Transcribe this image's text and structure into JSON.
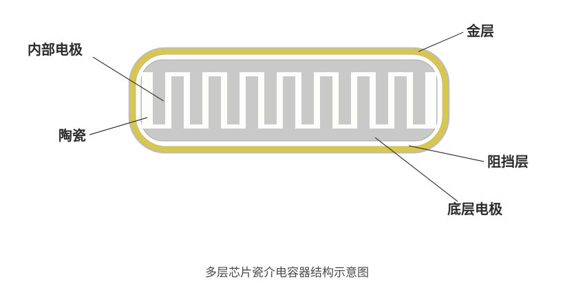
{
  "diagram": {
    "title_caption": "多层芯片瓷介电容器结构示意图",
    "labels": {
      "gold_layer": "金层",
      "internal_electrode": "内部电极",
      "ceramic": "陶瓷",
      "barrier_layer": "阻挡层",
      "bottom_electrode": "底层电极"
    },
    "colors": {
      "gold": "#d9c840",
      "gold_outline": "#b9b48a",
      "barrier_white": "#fdfdfc",
      "electrode_gray": "#c9c9c9",
      "body_outline": "#ababab",
      "ceramic_white": "#fdfdfc",
      "leader_line": "#3a3a3a",
      "label_text": "#2b2b2b",
      "caption_text": "#4a4a4a"
    }
  }
}
